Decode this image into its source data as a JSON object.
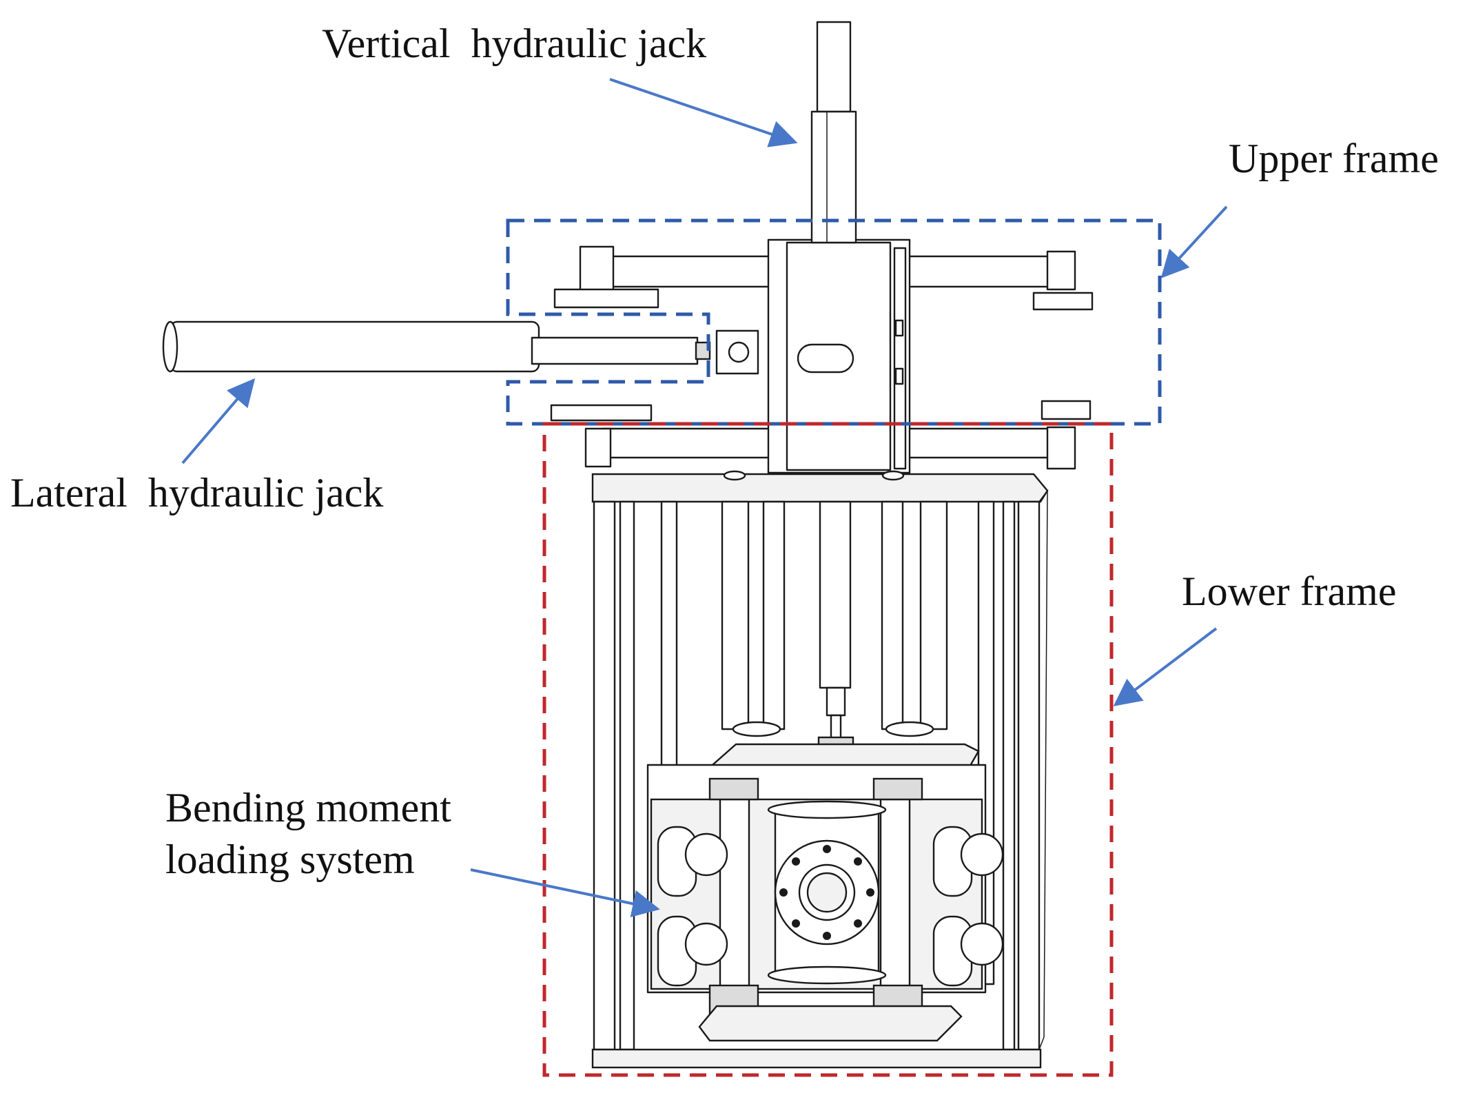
{
  "labels": {
    "vertical_jack": "Vertical  hydraulic jack",
    "upper_frame": "Upper frame",
    "lateral_jack": "Lateral  hydraulic jack",
    "lower_frame": "Lower frame",
    "bending_line1": "Bending moment",
    "bending_line2": "loading system"
  },
  "colors": {
    "arrow": "#4a78c8",
    "upper_box": "#2e5aa8",
    "lower_box": "#c0282c"
  }
}
